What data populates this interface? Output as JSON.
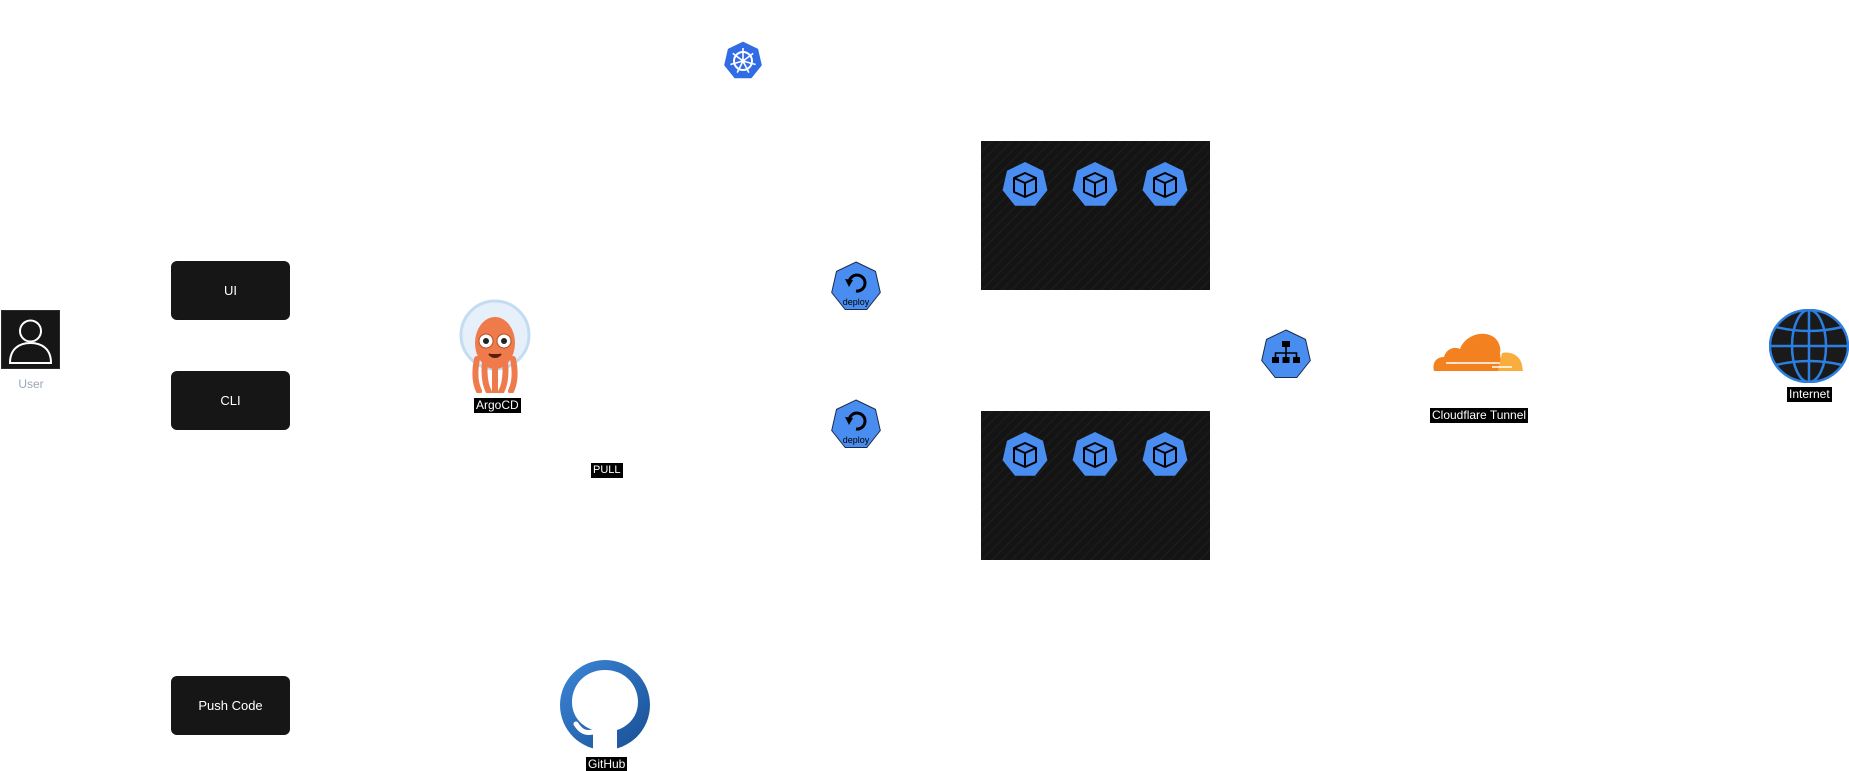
{
  "diagram": {
    "user": {
      "label": "User",
      "icon": "user-icon"
    },
    "actions": [
      {
        "label": "UI"
      },
      {
        "label": "CLI"
      },
      {
        "label": "Push Code"
      }
    ],
    "argocd": {
      "label": "ArgoCD",
      "icon": "argocd-icon"
    },
    "github": {
      "label": "GitHub",
      "icon": "github-icon"
    },
    "pull_label": "PULL",
    "kubernetes": {
      "icon": "kubernetes-icon"
    },
    "deployments": [
      {
        "label": "deploy"
      },
      {
        "label": "deploy"
      }
    ],
    "node_groups": [
      {
        "pods": 3
      },
      {
        "pods": 3
      }
    ],
    "service": {
      "icon": "service-icon"
    },
    "cloudflare": {
      "label": "Cloudflare Tunnel",
      "icon": "cloudflare-icon"
    },
    "internet": {
      "label": "Internet",
      "icon": "globe-icon"
    }
  },
  "colors": {
    "k8s_blue": "#4a8df0",
    "node_bg": "#141414",
    "box_bg": "#161616",
    "cloudflare_orange": "#f48120",
    "cloudflare_light": "#faad3f",
    "argocd_orange": "#ef7b4d",
    "github_blue": "#1b5ea8",
    "user_label": "#9aa7b8"
  }
}
